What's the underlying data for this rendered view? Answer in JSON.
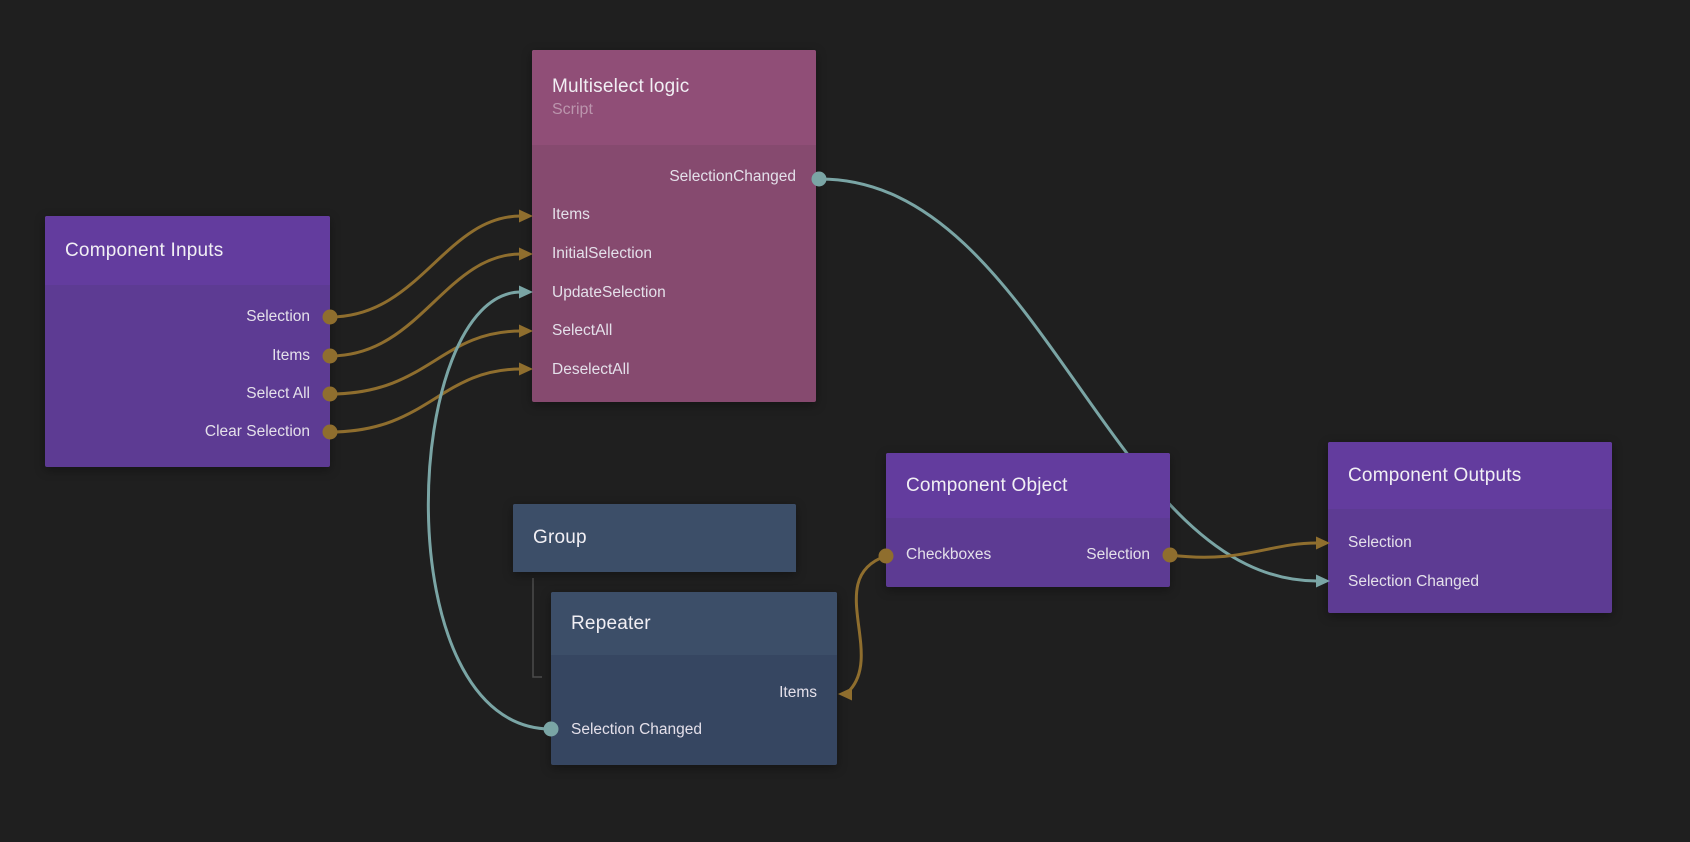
{
  "app": "visual-node-editor",
  "colors": {
    "background": "#1f1f1f",
    "purple_header": "#633c9e",
    "purple_body": "#5d3b93",
    "pink_header": "#904e77",
    "pink_body": "#864a6f",
    "blue_header": "#3c4e68",
    "blue_body": "#364661",
    "gold": "#8f6e2e",
    "teal": "#7aa5a5",
    "title_text": "#f1eff4",
    "port_text": "#e4e0ea",
    "subtitle_text": "#bb95ad",
    "hierarchy_line": "#4c4c4c"
  },
  "nodes": {
    "multiselect_logic": {
      "title": "Multiselect logic",
      "subtitle": "Script",
      "ports": [
        {
          "label": "SelectionChanged",
          "direction": "output",
          "signal": "teal"
        },
        {
          "label": "Items",
          "direction": "input",
          "signal": "gold"
        },
        {
          "label": "InitialSelection",
          "direction": "input",
          "signal": "gold"
        },
        {
          "label": "UpdateSelection",
          "direction": "input",
          "signal": "teal"
        },
        {
          "label": "SelectAll",
          "direction": "input",
          "signal": "gold"
        },
        {
          "label": "DeselectAll",
          "direction": "input",
          "signal": "gold"
        }
      ]
    },
    "component_inputs": {
      "title": "Component Inputs",
      "ports": [
        {
          "label": "Selection",
          "direction": "output",
          "signal": "gold"
        },
        {
          "label": "Items",
          "direction": "output",
          "signal": "gold"
        },
        {
          "label": "Select All",
          "direction": "output",
          "signal": "gold"
        },
        {
          "label": "Clear Selection",
          "direction": "output",
          "signal": "gold"
        }
      ]
    },
    "group": {
      "title": "Group",
      "ports": []
    },
    "repeater": {
      "title": "Repeater",
      "ports": [
        {
          "label": "Items",
          "direction": "input",
          "signal": "gold"
        },
        {
          "label": "Selection Changed",
          "direction": "output",
          "signal": "teal"
        }
      ]
    },
    "component_object": {
      "title": "Component Object",
      "ports": [
        {
          "label": "Checkboxes",
          "direction": "output",
          "signal": "gold"
        },
        {
          "label": "Selection",
          "direction": "output",
          "signal": "gold"
        }
      ]
    },
    "component_outputs": {
      "title": "Component Outputs",
      "ports": [
        {
          "label": "Selection",
          "direction": "input",
          "signal": "gold"
        },
        {
          "label": "Selection Changed",
          "direction": "input",
          "signal": "teal"
        }
      ]
    }
  },
  "edges": [
    {
      "from": "component_inputs.Selection",
      "to": "multiselect_logic.Items",
      "color": "gold"
    },
    {
      "from": "component_inputs.Items",
      "to": "multiselect_logic.InitialSelection",
      "color": "gold"
    },
    {
      "from": "component_inputs.Select All",
      "to": "multiselect_logic.SelectAll",
      "color": "gold"
    },
    {
      "from": "component_inputs.Clear Selection",
      "to": "multiselect_logic.DeselectAll",
      "color": "gold"
    },
    {
      "from": "repeater.Selection Changed",
      "to": "multiselect_logic.UpdateSelection",
      "color": "teal"
    },
    {
      "from": "multiselect_logic.SelectionChanged",
      "to": "component_outputs.Selection Changed",
      "color": "teal"
    },
    {
      "from": "component_object.Checkboxes",
      "to": "repeater.Items",
      "color": "gold"
    },
    {
      "from": "component_object.Selection",
      "to": "component_outputs.Selection",
      "color": "gold"
    }
  ],
  "hierarchy": [
    {
      "parent": "group",
      "child": "repeater"
    }
  ]
}
